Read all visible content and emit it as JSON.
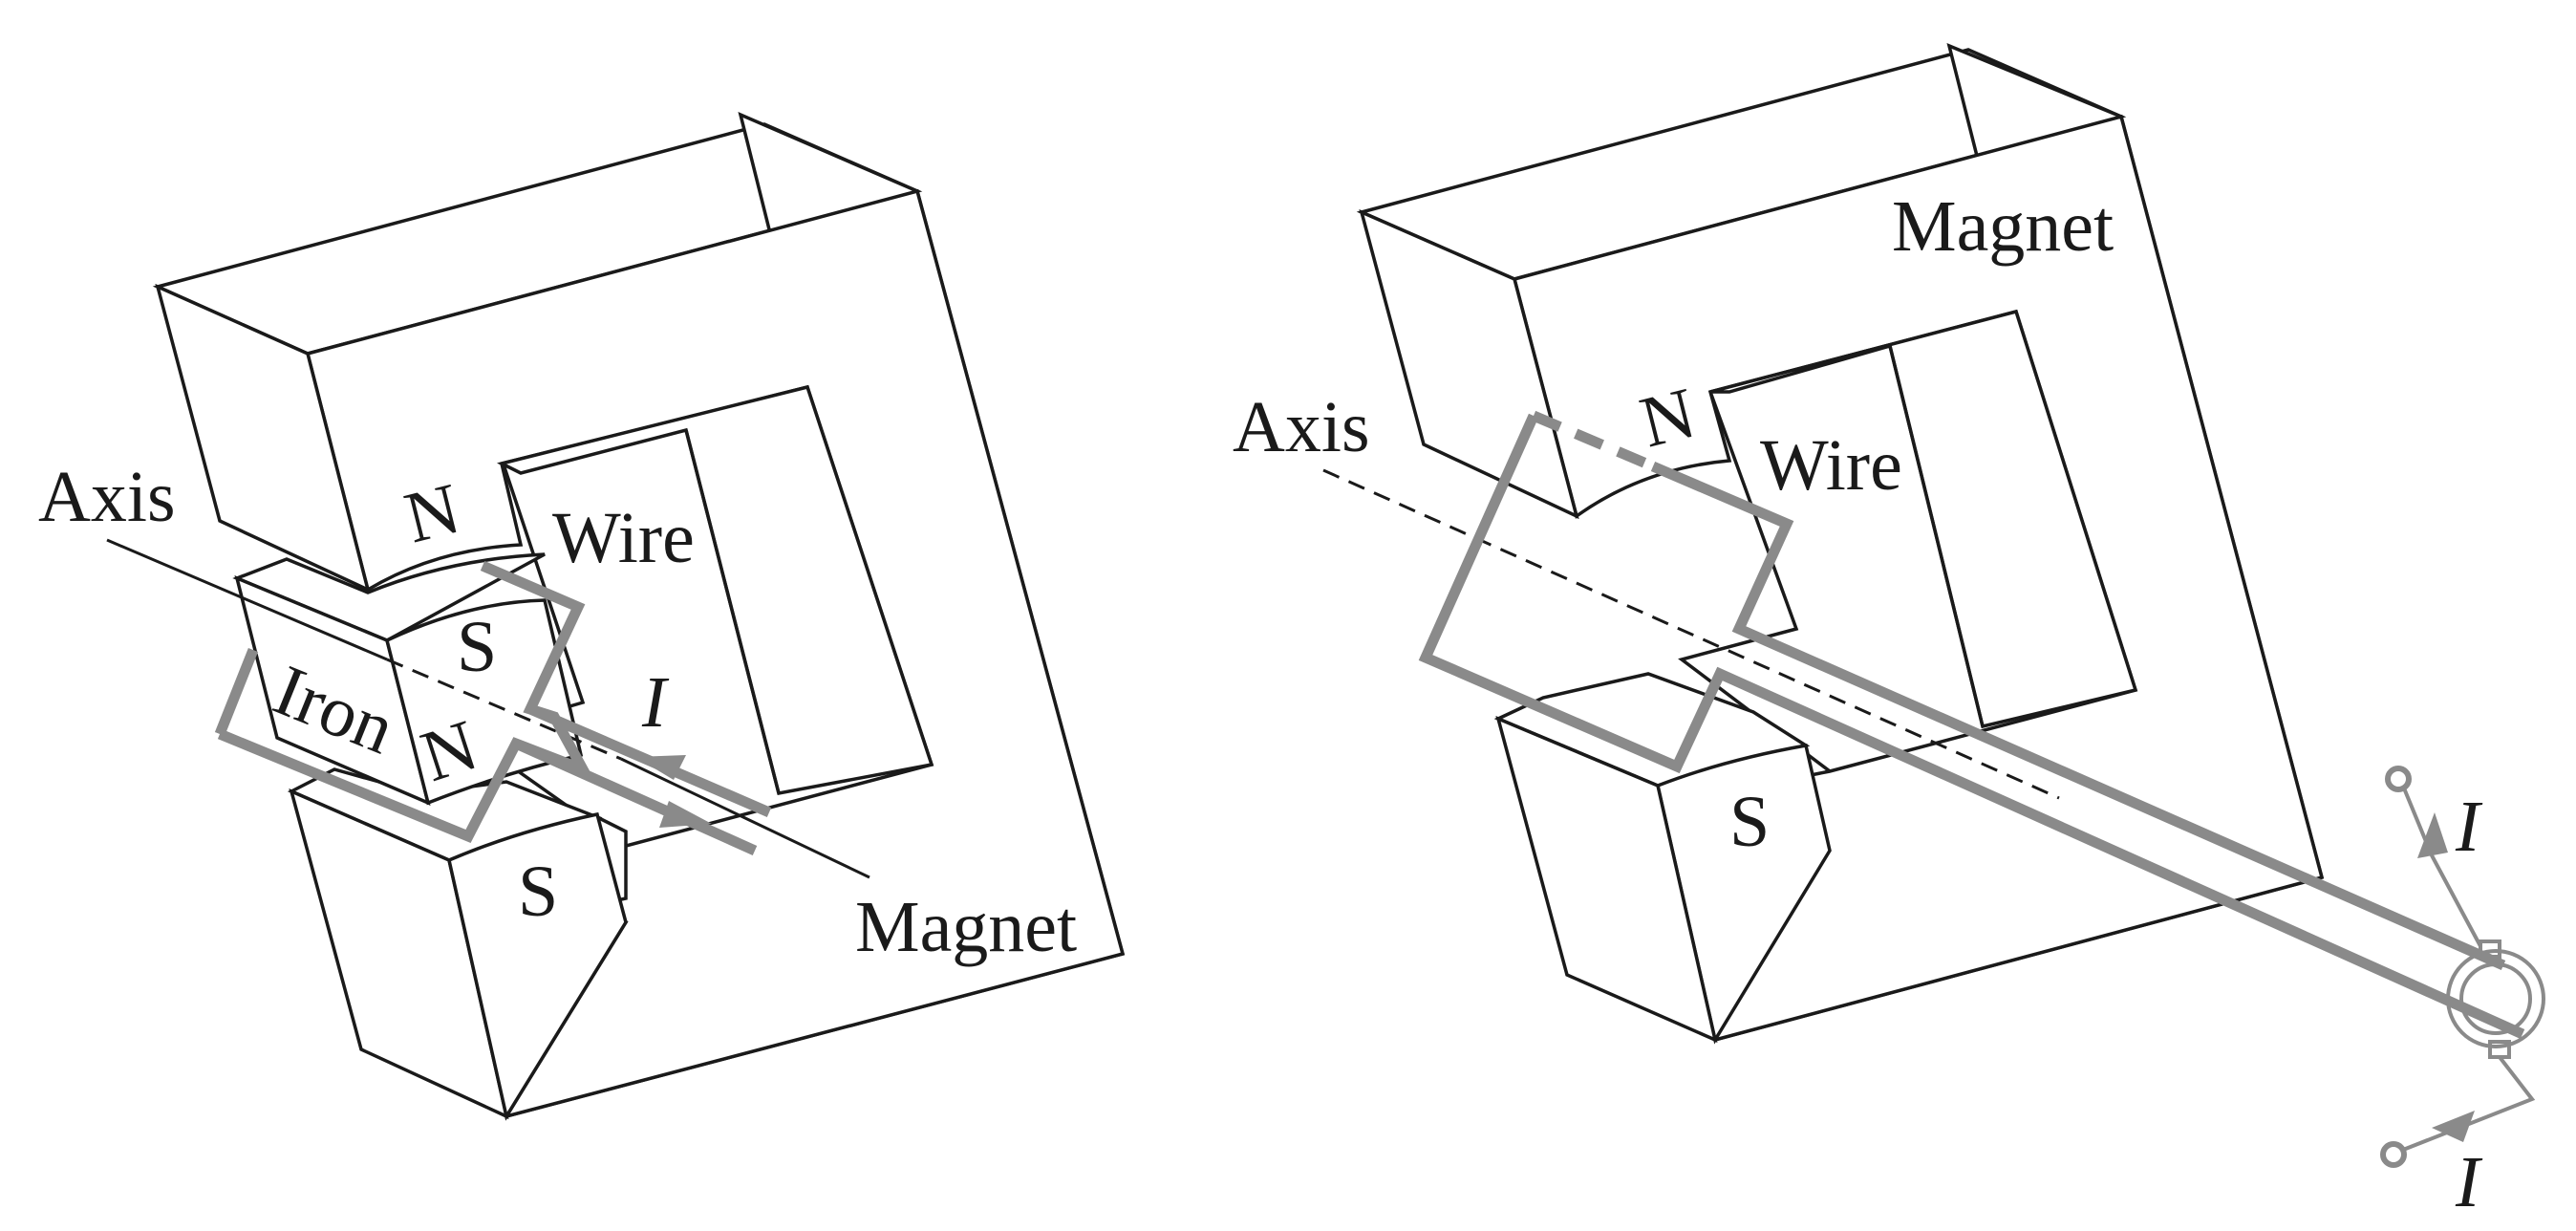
{
  "left_figure": {
    "axis_label": "Axis",
    "wire_label": "Wire",
    "iron_label": "Iron",
    "magnet_label": "Magnet",
    "magnet_north_label": "N",
    "magnet_south_label": "S",
    "iron_south_label": "S",
    "iron_north_label": "N",
    "current_label": "I"
  },
  "right_figure": {
    "axis_label": "Axis",
    "wire_label": "Wire",
    "magnet_label": "Magnet",
    "magnet_north_label": "N",
    "magnet_south_label": "S",
    "current_in_label": "I",
    "current_out_label": "I"
  },
  "colors": {
    "line": "#1a1a1a",
    "wire": "#8a8a8a",
    "background": "#ffffff"
  }
}
